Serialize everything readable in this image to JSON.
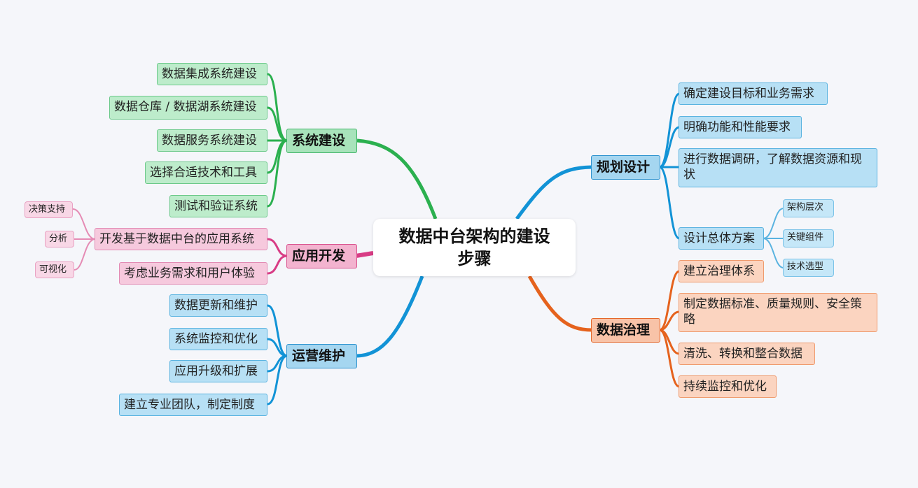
{
  "root": {
    "line1": "数据中台架构的建设",
    "line2": "步骤"
  },
  "branches": {
    "system": {
      "label": "系统建设",
      "items": [
        "数据集成系统建设",
        "数据仓库 / 数据湖系统建设",
        "数据服务系统建设",
        "选择合适技术和工具",
        "测试和验证系统"
      ]
    },
    "app": {
      "label": "应用开发",
      "items": [
        "开发基于数据中台的应用系统",
        "考虑业务需求和用户体验"
      ],
      "sub": [
        "决策支持",
        "分析",
        "可视化"
      ]
    },
    "ops": {
      "label": "运营维护",
      "items": [
        "数据更新和维护",
        "系统监控和优化",
        "应用升级和扩展",
        "建立专业团队，制定制度"
      ]
    },
    "plan": {
      "label": "规划设计",
      "items": [
        "确定建设目标和业务需求",
        "明确功能和性能要求",
        "进行数据调研，了解数据资源和现状",
        "设计总体方案"
      ],
      "sub": [
        "架构层次",
        "关键组件",
        "技术选型"
      ]
    },
    "gov": {
      "label": "数据治理",
      "items": [
        "建立治理体系",
        "制定数据标准、质量规则、安全策略",
        "清洗、转换和整合数据",
        "持续监控和优化"
      ]
    }
  },
  "colors": {
    "green": "#2bb04f",
    "pink": "#d83c85",
    "blue": "#1293d6",
    "orange": "#e5621d"
  }
}
